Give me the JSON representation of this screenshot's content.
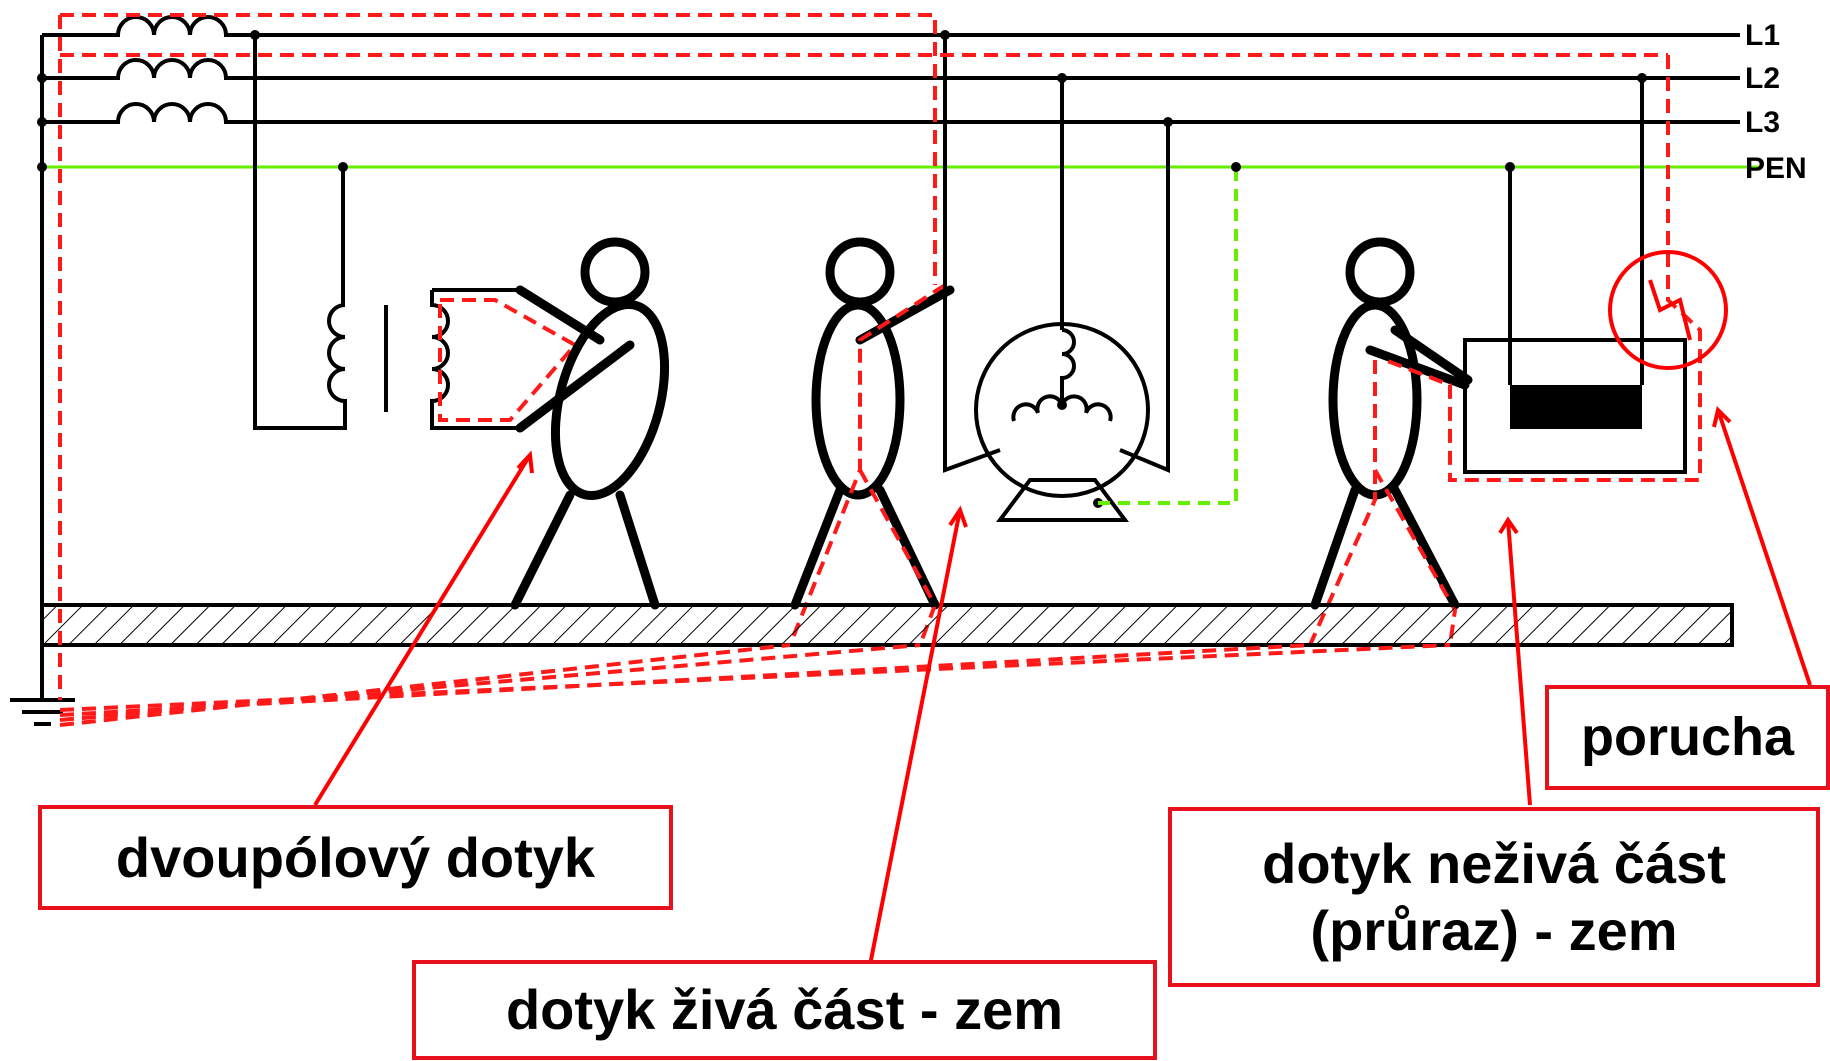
{
  "buses": [
    "L1",
    "L2",
    "L3",
    "PEN"
  ],
  "labels": {
    "two_pole": "dvoupólový dotyk",
    "live_ground": "dotyk živá část - zem",
    "dead_part_line1": "dotyk neživá část",
    "dead_part_line2": "(průraz) - zem",
    "fault": "porucha"
  },
  "colors": {
    "conductor": "#000000",
    "pen": "#66ee00",
    "current_path": "#ff1a1a",
    "annotation": "#e8101a"
  }
}
